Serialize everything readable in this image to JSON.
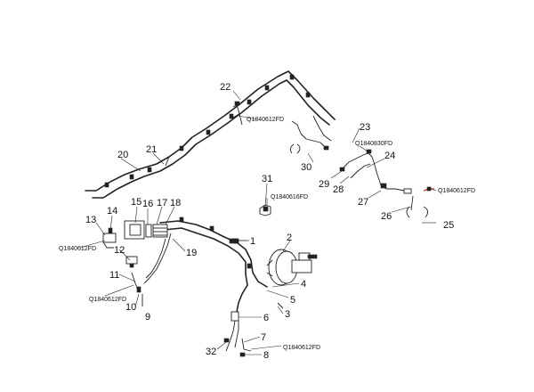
{
  "diagram": {
    "callouts": {
      "c1": "1",
      "c2": "2",
      "c3": "3",
      "c4": "4",
      "c5": "5",
      "c6": "6",
      "c7": "7",
      "c8": "8",
      "c9": "9",
      "c10": "10",
      "c11": "11",
      "c12": "12",
      "c13": "13",
      "c14": "14",
      "c15": "15",
      "c16": "16",
      "c17": "17",
      "c18": "18",
      "c19": "19",
      "c20": "20",
      "c21": "21",
      "c22": "22",
      "c23": "23",
      "c24": "24",
      "c25": "25",
      "c26": "26",
      "c27": "27",
      "c28": "28",
      "c29": "29",
      "c30": "30",
      "c31": "31",
      "c32": "32"
    },
    "part_codes": {
      "code_22": "Q1840612FD",
      "code_23": "Q1840830FD",
      "code_24": "Q1840612FD",
      "code_31": "Q1840616FD",
      "code_13": "Q1840612FD",
      "code_10": "Q1840612FD",
      "code_7": "Q1840612FD"
    },
    "colors": {
      "line": "#222222",
      "accent": "#c0392b",
      "background": "#ffffff"
    }
  }
}
